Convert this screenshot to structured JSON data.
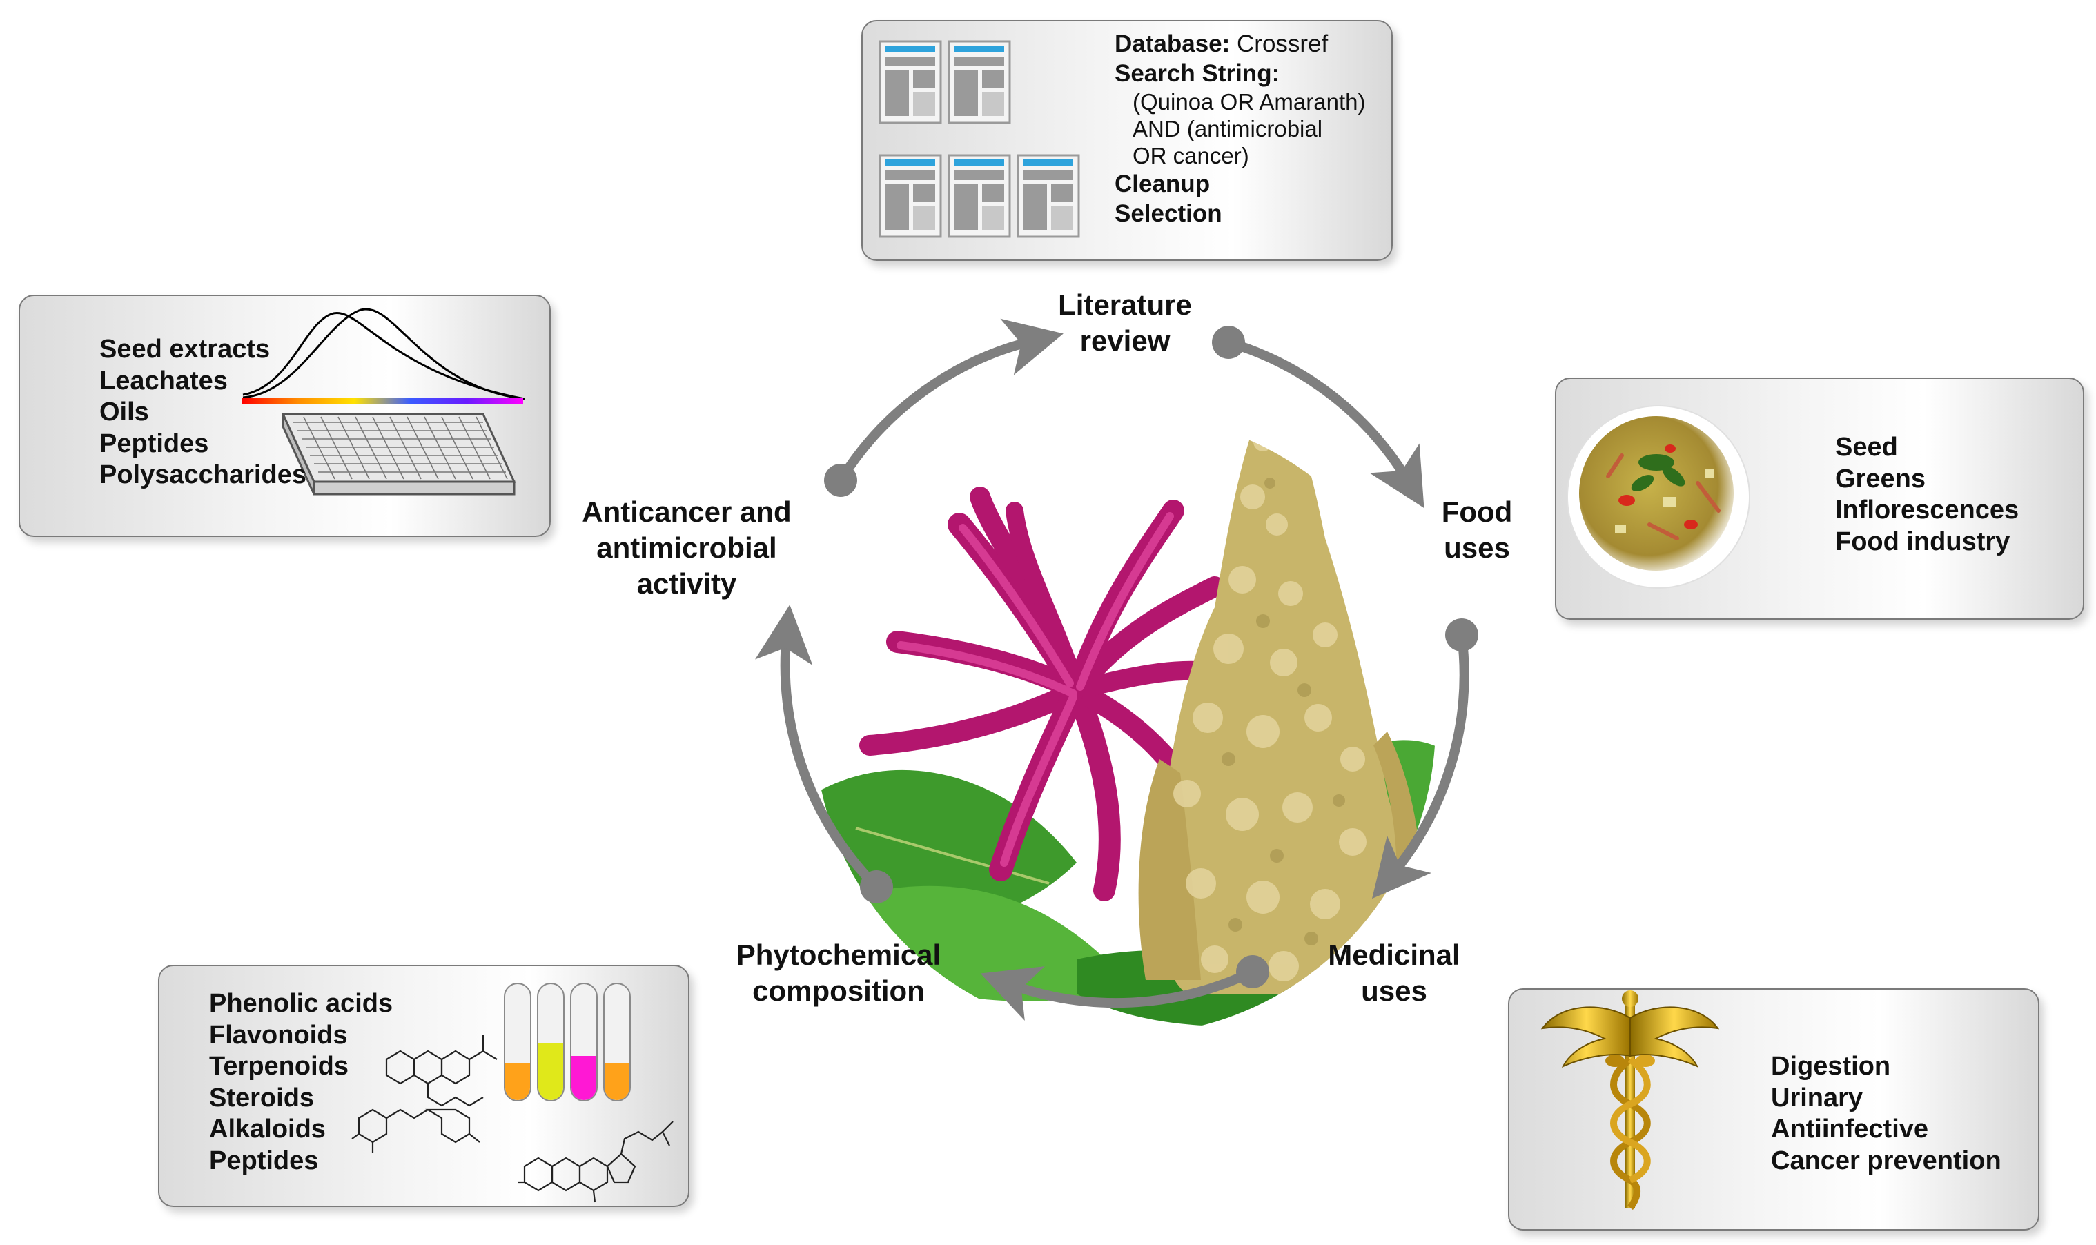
{
  "cycle": {
    "literature_review": [
      "Literature",
      "review"
    ],
    "food_uses": [
      "Food",
      "uses"
    ],
    "medicinal_uses": [
      "Medicinal",
      "uses"
    ],
    "phytochemical_composition": [
      "Phytochemical",
      "composition"
    ],
    "anticancer_antimicrobial": [
      "Anticancer and",
      "antimicrobial",
      "activity"
    ]
  },
  "literature_panel": {
    "database_label": "Database:",
    "database_value": "Crossref",
    "search_string_label": "Search String:",
    "search_lines": [
      "(Quinoa OR Amaranth)",
      "AND (antimicrobial",
      "OR cancer)"
    ],
    "cleanup": "Cleanup",
    "selection": "Selection"
  },
  "food_panel": {
    "items": [
      "Seed",
      "Greens",
      "Inflorescences",
      "Food industry"
    ]
  },
  "medicinal_panel": {
    "items": [
      "Digestion",
      "Urinary",
      "Antiinfective",
      "Cancer prevention"
    ]
  },
  "phytochemical_panel": {
    "items": [
      "Phenolic acids",
      "Flavonoids",
      "Terpenoids",
      "Steroids",
      "Alkaloids",
      "Peptides"
    ]
  },
  "activity_panel": {
    "items": [
      "Seed extracts",
      "Leachates",
      "Oils",
      "Peptides",
      "Polysaccharides"
    ]
  },
  "colors": {
    "arrow": "#7f7f7f",
    "amaranth": "#b3166e",
    "quinoa": "#c8b56a",
    "leaf": "#3e9a2c",
    "document_accent": "#2ea3dc"
  },
  "icons": [
    "document-icon",
    "spectrum-curve-icon",
    "microplate-icon",
    "test-tube-icon",
    "molecule-icon",
    "caduceus-icon",
    "food-plate-icon",
    "plant-photo"
  ]
}
